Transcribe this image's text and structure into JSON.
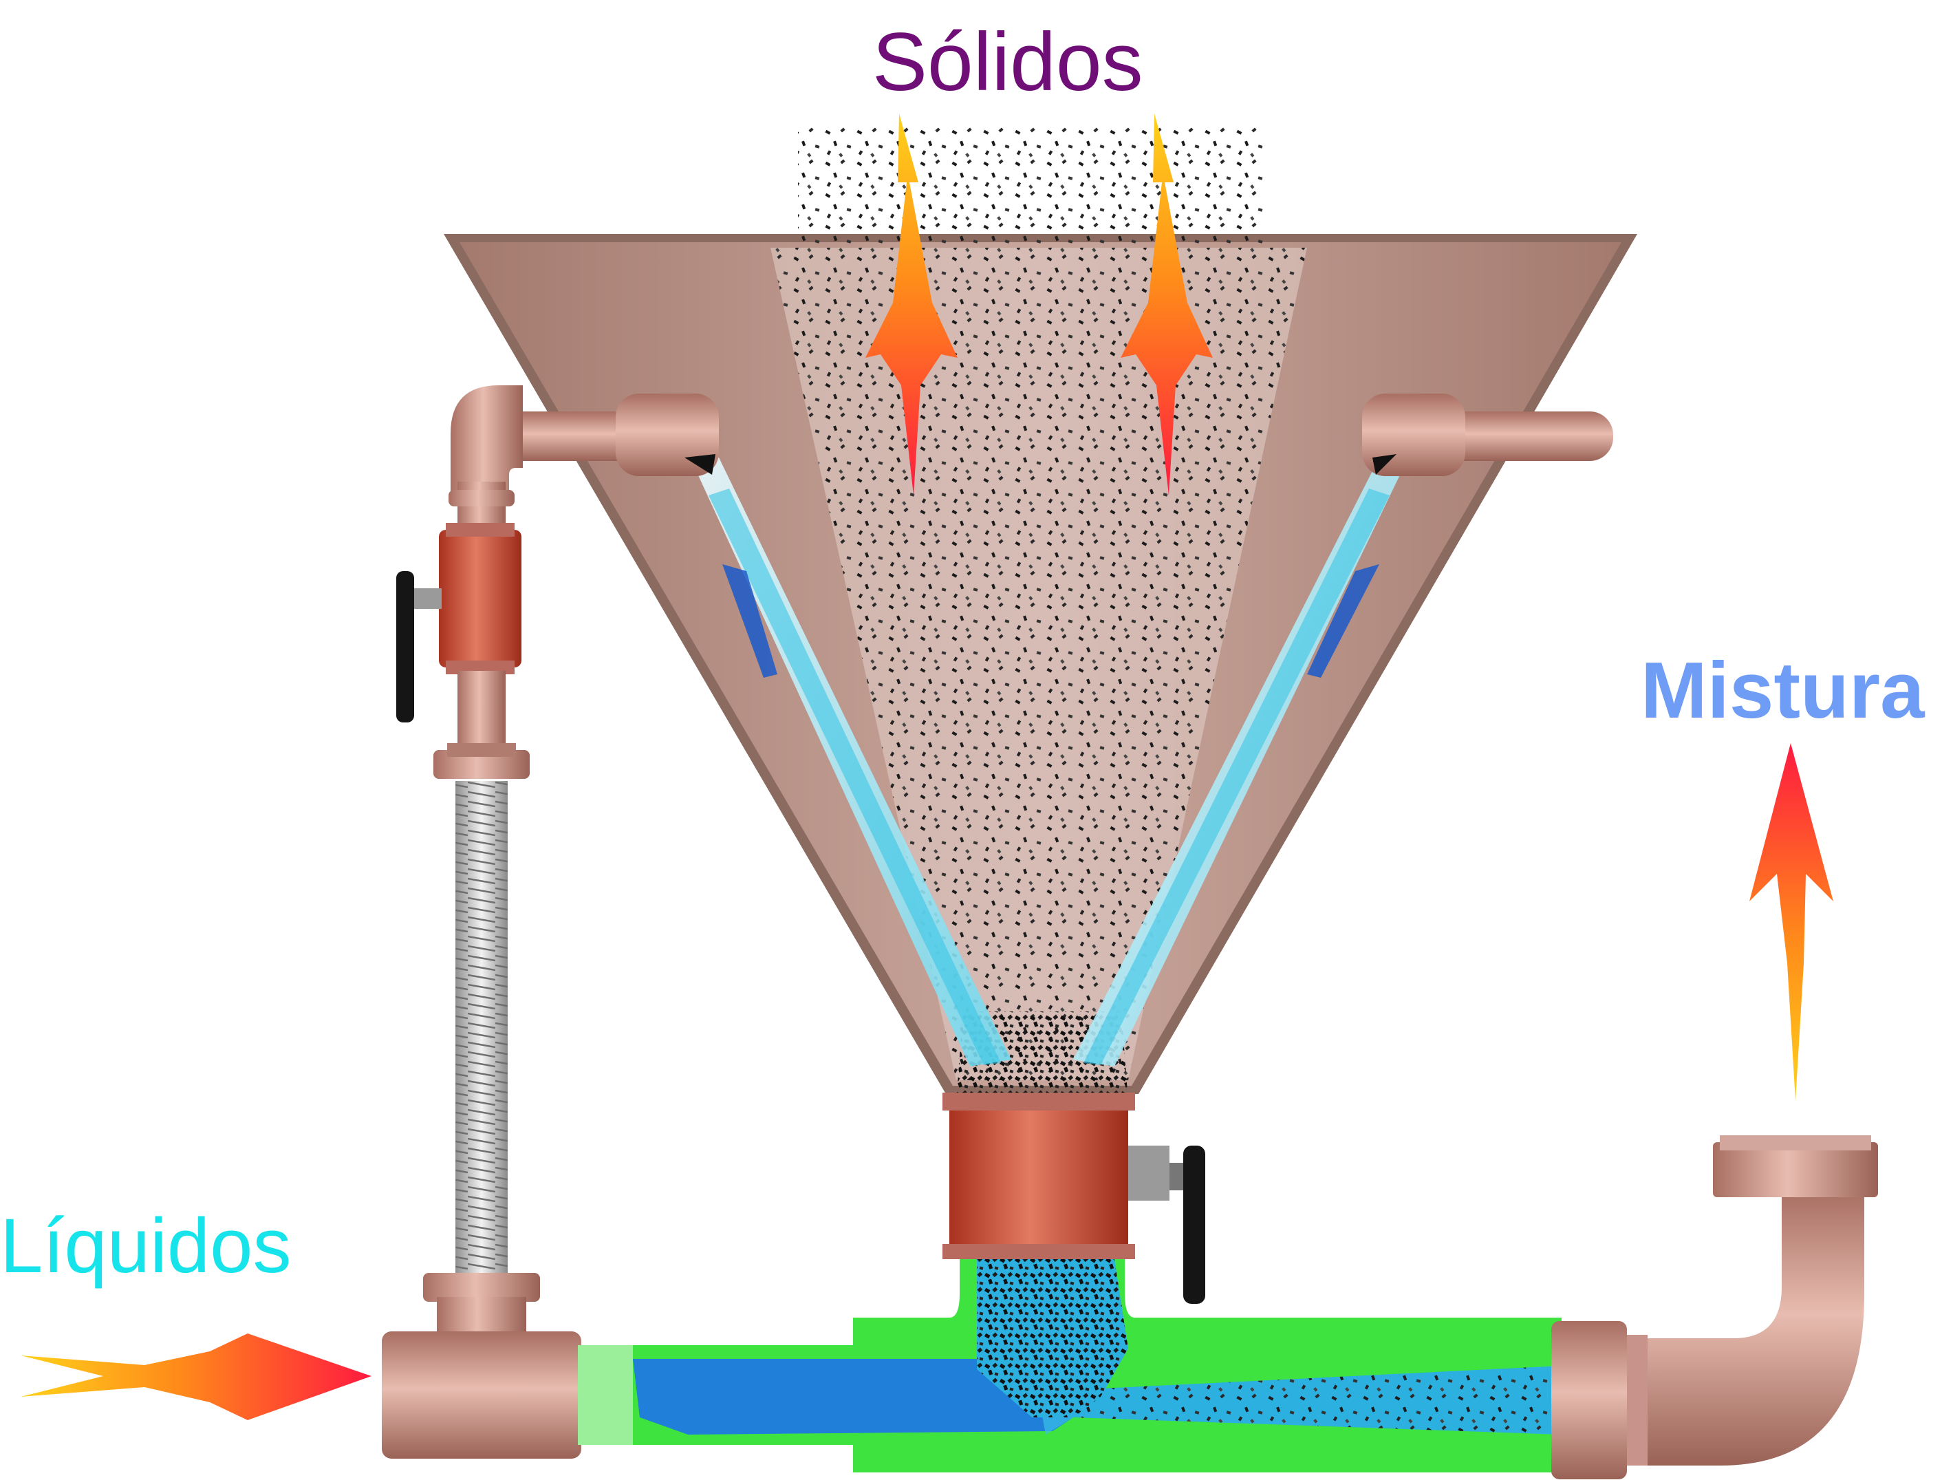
{
  "labels": {
    "solids": "Sólidos",
    "liquids": "Líquidos",
    "mixture": "Mistura"
  },
  "colors": {
    "solids_label": "#6e0e76",
    "liquids_label": "#17e4ea",
    "mixture_label": "#6f9cf5",
    "hopper": "#b58c80",
    "pipe_fittings": "#c8938a",
    "valve_body": "#c9503c",
    "water_jet": "#8fe6f5",
    "liquid_fill": "#1f7fd9",
    "mix_fill": "#2bb0e0",
    "tee_body": "#3fe33f",
    "arrow_start": "#ffd21a",
    "arrow_end": "#ff1a40"
  },
  "icons": {
    "solids_flow": "gradient-down-arrow",
    "liquids_flow": "gradient-right-arrow",
    "mixture_flow": "gradient-up-arrow",
    "valves": "ball-valve-handle"
  }
}
